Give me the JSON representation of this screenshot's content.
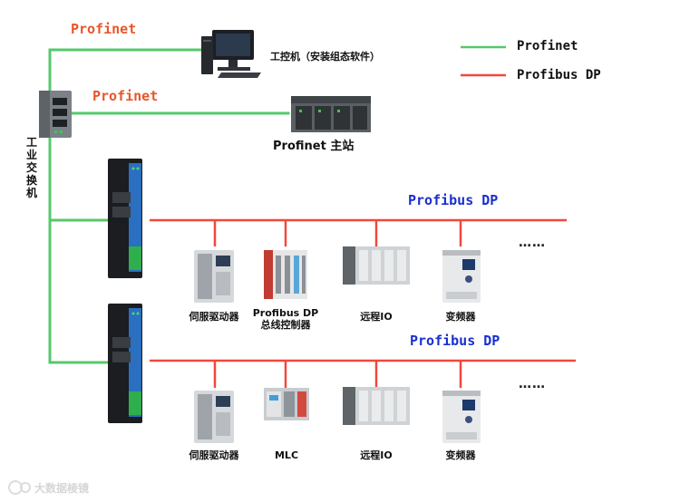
{
  "legend": [
    {
      "name": "Profinet",
      "color": "#54c96b"
    },
    {
      "name": "Profibus DP",
      "color": "#f0483c"
    }
  ],
  "colors": {
    "profinet": "#54c96b",
    "profibus": "#f0483c",
    "bus_label": "#1a2fcf",
    "link_label": "#e8562a"
  },
  "links": {
    "top": "Profinet",
    "middle": "Profinet"
  },
  "devices": {
    "pc": "工控机（安装组态软件）",
    "master": "Profinet 主站",
    "switch": "工业交换机"
  },
  "buses": [
    {
      "label": "Profibus DP",
      "nodes": [
        {
          "label": "伺服驱动器",
          "icon": "servo-drive-icon"
        },
        {
          "label": "Profibus DP\n总线控制器",
          "icon": "bus-controller-icon"
        },
        {
          "label": "远程IO",
          "icon": "remote-io-icon"
        },
        {
          "label": "变频器",
          "icon": "inverter-icon"
        }
      ],
      "more": "……"
    },
    {
      "label": "Profibus DP",
      "nodes": [
        {
          "label": "伺服驱动器",
          "icon": "servo-drive-icon"
        },
        {
          "label": "MLC",
          "icon": "mlc-icon"
        },
        {
          "label": "远程IO",
          "icon": "remote-io-icon"
        },
        {
          "label": "变频器",
          "icon": "inverter-icon"
        }
      ],
      "more": "……"
    }
  ],
  "watermark": "大数据棱镜"
}
